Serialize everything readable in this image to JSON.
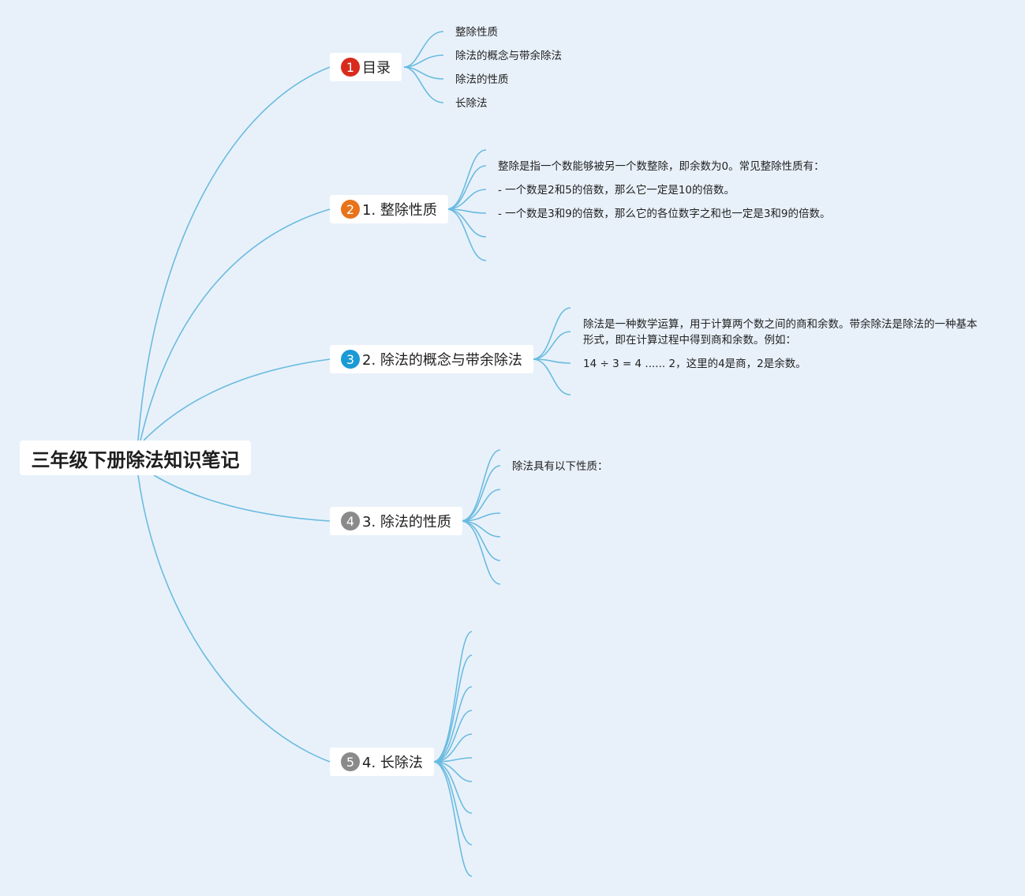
{
  "colors": {
    "background": "#e8f1fa",
    "link": "#6bbbe0",
    "node_fill": "#ffffff",
    "marker_1": "#d92b1c",
    "marker_2": "#e8731a",
    "marker_3": "#1c9ad6",
    "marker_4": "#8a8a8a",
    "marker_5": "#8a8a8a"
  },
  "root": {
    "title": "三年级下册除法知识笔记"
  },
  "branches": [
    {
      "marker": "1",
      "label": "目录",
      "items": [
        "整除性质",
        "除法的概念与带余除法",
        "除法的性质",
        "长除法"
      ]
    },
    {
      "marker": "2",
      "label": "1. 整除性质",
      "items": [
        "整除是指一个数能够被另一个数整除，即余数为0。常见整除性质有：",
        "- 一个数是2和5的倍数，那么它一定是10的倍数。",
        "- 一个数是3和9的倍数，那么它的各位数字之和也一定是3和9的倍数。"
      ]
    },
    {
      "marker": "3",
      "label": "2. 除法的概念与带余除法",
      "items": [
        "除法是一种数学运算，用于计算两个数之间的商和余数。带余除法是除法的一种基本形式，即在计算过程中得到商和余数。例如：",
        "14 ÷ 3 = 4 ...... 2，这里的4是商，2是余数。"
      ]
    },
    {
      "marker": "4",
      "label": "3. 除法的性质",
      "items": [
        "除法具有以下性质："
      ]
    },
    {
      "marker": "5",
      "label": "4. 长除法",
      "items": []
    }
  ]
}
